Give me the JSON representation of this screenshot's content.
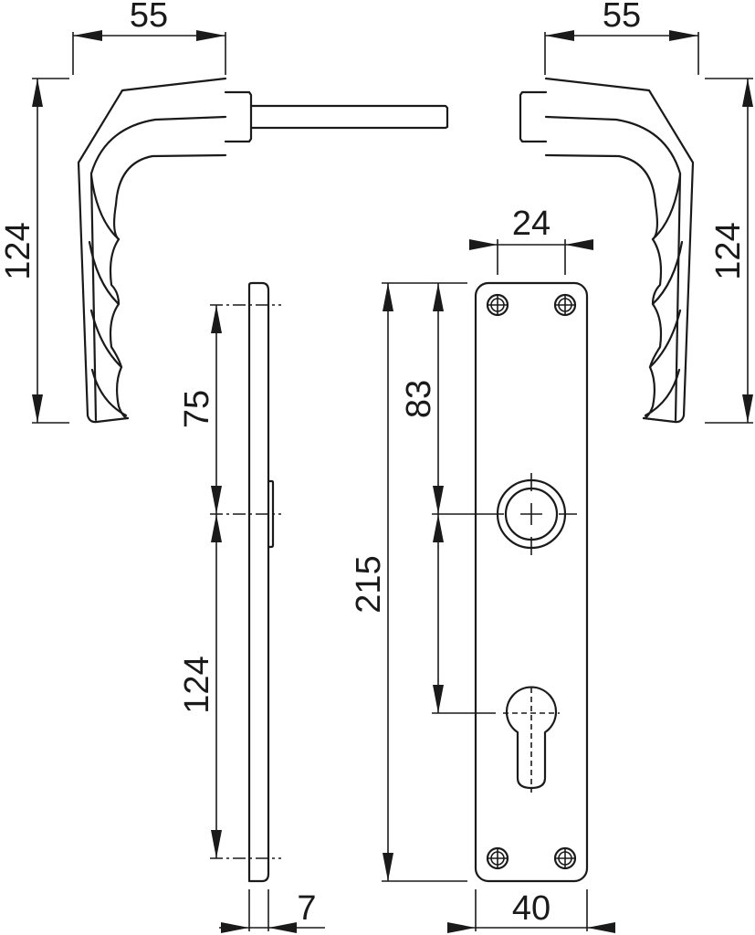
{
  "diagram": {
    "title": "Door handle set technical drawing",
    "line_color": "#1a1a1a",
    "background": "#ffffff",
    "dimensions": {
      "left_handle_width": "55",
      "left_handle_height": "124",
      "right_handle_width": "55",
      "right_handle_height": "124",
      "screw_spacing": "24",
      "side_top_to_handle": "75",
      "side_handle_to_cylinder": "124",
      "side_thickness": "7",
      "plate_top_to_handle": "83",
      "plate_height": "215",
      "plate_width": "40"
    },
    "components": [
      {
        "id": "left-handle",
        "label": "Lever handle (left) with spindle"
      },
      {
        "id": "right-handle",
        "label": "Lever handle (right)"
      },
      {
        "id": "side-plate",
        "label": "Backplate side view"
      },
      {
        "id": "front-plate",
        "label": "Backplate front view"
      },
      {
        "id": "handle-rose",
        "label": "Handle spindle hole"
      },
      {
        "id": "cylinder-hole",
        "label": "Profile cylinder keyhole"
      },
      {
        "id": "screws",
        "label": "Fixing screws (4)"
      }
    ]
  }
}
